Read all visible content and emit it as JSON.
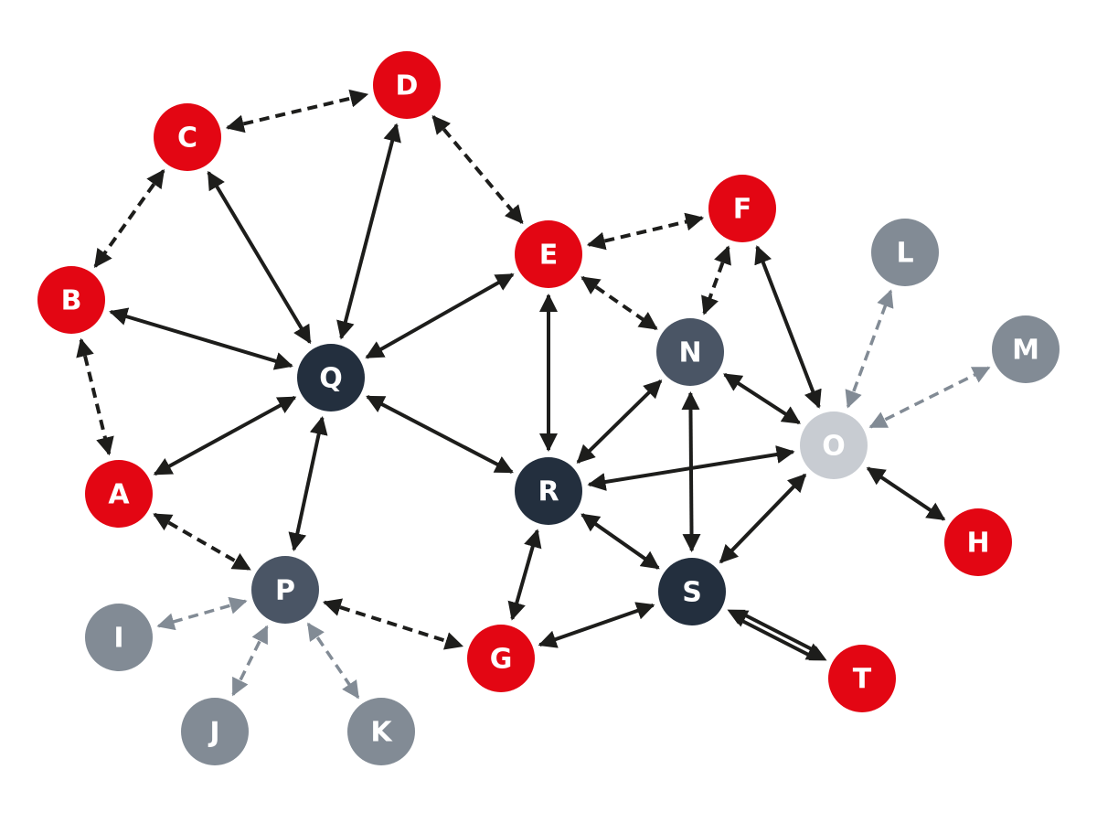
{
  "colors": {
    "red": "#e30613",
    "navy": "#232f3e",
    "slate": "#4a5565",
    "gray": "#828b95",
    "light": "#c8ccd2",
    "edge_dark": "#1d1d1b",
    "edge_gray": "#828b95"
  },
  "nodes": [
    {
      "id": "A",
      "label": "A",
      "kind": "red"
    },
    {
      "id": "B",
      "label": "B",
      "kind": "red"
    },
    {
      "id": "C",
      "label": "C",
      "kind": "red"
    },
    {
      "id": "D",
      "label": "D",
      "kind": "red"
    },
    {
      "id": "E",
      "label": "E",
      "kind": "red"
    },
    {
      "id": "F",
      "label": "F",
      "kind": "red"
    },
    {
      "id": "G",
      "label": "G",
      "kind": "red"
    },
    {
      "id": "H",
      "label": "H",
      "kind": "red"
    },
    {
      "id": "I",
      "label": "I",
      "kind": "gray"
    },
    {
      "id": "J",
      "label": "J",
      "kind": "gray"
    },
    {
      "id": "K",
      "label": "K",
      "kind": "gray"
    },
    {
      "id": "L",
      "label": "L",
      "kind": "gray"
    },
    {
      "id": "M",
      "label": "M",
      "kind": "gray"
    },
    {
      "id": "N",
      "label": "N",
      "kind": "slate"
    },
    {
      "id": "O",
      "label": "O",
      "kind": "light"
    },
    {
      "id": "P",
      "label": "P",
      "kind": "slate"
    },
    {
      "id": "Q",
      "label": "Q",
      "kind": "navy"
    },
    {
      "id": "R",
      "label": "R",
      "kind": "navy"
    },
    {
      "id": "S",
      "label": "S",
      "kind": "navy"
    },
    {
      "id": "T",
      "label": "T",
      "kind": "red"
    }
  ],
  "edges": [
    {
      "from": "C",
      "to": "D",
      "style": "dashed"
    },
    {
      "from": "D",
      "to": "E",
      "style": "dashed"
    },
    {
      "from": "C",
      "to": "B",
      "style": "dashed"
    },
    {
      "from": "B",
      "to": "A",
      "style": "dashed"
    },
    {
      "from": "A",
      "to": "P",
      "style": "dashed"
    },
    {
      "from": "P",
      "to": "G",
      "style": "dashed"
    },
    {
      "from": "E",
      "to": "F",
      "style": "dashed"
    },
    {
      "from": "E",
      "to": "N",
      "style": "dashed"
    },
    {
      "from": "F",
      "to": "N",
      "style": "dashed"
    },
    {
      "from": "C",
      "to": "Q",
      "style": "solid"
    },
    {
      "from": "D",
      "to": "Q",
      "style": "solid"
    },
    {
      "from": "B",
      "to": "Q",
      "style": "solid"
    },
    {
      "from": "A",
      "to": "Q",
      "style": "solid"
    },
    {
      "from": "P",
      "to": "Q",
      "style": "solid"
    },
    {
      "from": "E",
      "to": "Q",
      "style": "solid"
    },
    {
      "from": "Q",
      "to": "R",
      "style": "solid"
    },
    {
      "from": "E",
      "to": "R",
      "style": "solid"
    },
    {
      "from": "R",
      "to": "N",
      "style": "solid"
    },
    {
      "from": "R",
      "to": "O",
      "style": "solid"
    },
    {
      "from": "R",
      "to": "S",
      "style": "solid"
    },
    {
      "from": "R",
      "to": "G",
      "style": "solid"
    },
    {
      "from": "G",
      "to": "S",
      "style": "solid"
    },
    {
      "from": "N",
      "to": "S",
      "style": "solid"
    },
    {
      "from": "N",
      "to": "O",
      "style": "solid"
    },
    {
      "from": "F",
      "to": "O",
      "style": "solid"
    },
    {
      "from": "S",
      "to": "O",
      "style": "solid"
    },
    {
      "from": "O",
      "to": "H",
      "style": "solid"
    },
    {
      "from": "S",
      "to": "T",
      "style": "double"
    },
    {
      "from": "P",
      "to": "I",
      "style": "gray-dashed"
    },
    {
      "from": "P",
      "to": "J",
      "style": "gray-dashed"
    },
    {
      "from": "P",
      "to": "K",
      "style": "gray-dashed"
    },
    {
      "from": "O",
      "to": "L",
      "style": "gray-dashed"
    },
    {
      "from": "O",
      "to": "M",
      "style": "gray-dashed"
    }
  ]
}
